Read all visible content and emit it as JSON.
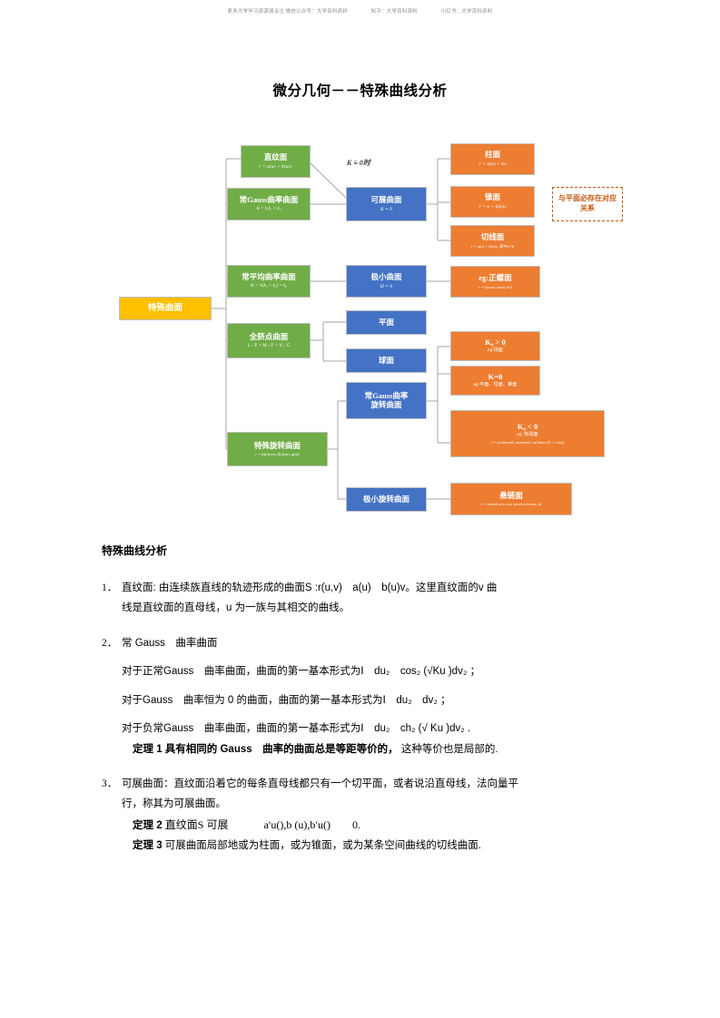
{
  "page_header": [
    "更多大学学习资源请关注 微信公众号：大学百科资料",
    "知乎：大学百科资料",
    "小红书：大学百科资料"
  ],
  "doc_title": "微分几何－－特殊曲线分析",
  "colors": {
    "green": "#70ad47",
    "blue": "#4472c4",
    "orange": "#ed7d31",
    "gold": "#ffc000",
    "note_border": "#c55a11",
    "node_border": "#bfbfbf",
    "connector": "#a6a6a6"
  },
  "diagram": {
    "root": {
      "label": "特殊曲面"
    },
    "edge_label": "K ≡ 0时",
    "note": "与平面必存在对应关系",
    "nodes": {
      "ruled": {
        "label": "直纹面",
        "formula": "r = a(u) + b(u)v"
      },
      "const_gauss": {
        "label": "常Gauss曲率曲面",
        "formula": "K = k₁k₂ ≡ k₀"
      },
      "developable": {
        "label": "可展曲面",
        "formula": "K ≡ 0"
      },
      "cylinder": {
        "label": "柱面",
        "formula": "r = a(u) + bv"
      },
      "cone": {
        "label": "锥面",
        "formula": "r = a + b(u)v"
      },
      "tangent": {
        "label": "切线面",
        "formula": "r = a(u) + b(u)v, 其中a′//b"
      },
      "const_mean": {
        "label": "常平均曲率曲面",
        "formula": "H = ½(k₁ + k₂) = k₀"
      },
      "minimal": {
        "label": "极小曲面",
        "formula": "H ≡ 0"
      },
      "helicoid": {
        "label": "eg:正螺面",
        "formula": "r = (ucosv, usinv, bv)"
      },
      "umbilic": {
        "label": "全脐点曲面",
        "formula": "L／E = M／F = N／G"
      },
      "plane": {
        "label": "平面",
        "formula": ""
      },
      "sphere": {
        "label": "球面",
        "formula": ""
      },
      "const_gauss_rev": {
        "label": "常Gauss曲率\n旋转曲面",
        "formula": ""
      },
      "special_rev": {
        "label": "特殊旋转曲面",
        "formula": "r = (f(u)cosv, f(u)sinv, g(u))"
      },
      "k_pos": {
        "label": "K₀ > 0",
        "sub": "eg:球面"
      },
      "k_zero": {
        "label": "K=0",
        "sub": "eg:平面、柱面、锥面"
      },
      "k_neg": {
        "label": "K₀ < 0",
        "sub": "eg: 伪球面",
        "formula": "r = (asintcosθ, asintsinθ, ±a(lntan t/2 + cost))"
      },
      "catenoid": {
        "label": "悬链面",
        "formula": "r = (acosh u/a cosv, acosh u/a sinv, u)"
      },
      "minimal_rev": {
        "label": "极小旋转曲面",
        "formula": ""
      }
    }
  },
  "body": {
    "section_heading": "特殊曲线分析",
    "items": [
      {
        "num": "1．",
        "lines": [
          "直纹面: 由连续族直线的轨迹形成的曲面S :r(u,v)　a(u)　b(u)v。这里直纹面的v 曲",
          "线是直纹面的直母线，u 为一族与其相交的曲线。"
        ]
      },
      {
        "num": "2．",
        "title": "常 Gauss　曲率曲面",
        "sub_lines": [
          "对于正常Gauss　曲率曲面，曲面的第一基本形式为Ⅰ　du₂　cos₂ (√Ku )dv₂ ；",
          "对于Gauss　曲率恒为 0 的曲面，曲面的第一基本形式为Ⅰ　du₂　dv₂ ；",
          "对于负常Gauss　曲率曲面，曲面的第一基本形式为Ⅰ　du₂　ch₂ (√ Ku )dv₂ ."
        ],
        "theorem_label": "定理 1",
        "theorem_bold": "具有相同的 Gauss　曲率的曲面总是等距等价的，",
        "theorem_rest": "这种等价也是局部的."
      },
      {
        "num": "3．",
        "lines": [
          "可展曲面：直纹面沿着它的每条直母线都只有一个切平面，或者说沿直母线，法向量平",
          "行，称其为可展曲面。"
        ],
        "theorems": [
          {
            "label": "定理 2",
            "text": "直纹面S 可展　　　 a′u(),b (u),b′u()　　0."
          },
          {
            "label": "定理 3",
            "text": "可展曲面局部地或为柱面，或为锥面，或为某条空间曲线的切线曲面."
          }
        ]
      }
    ]
  }
}
